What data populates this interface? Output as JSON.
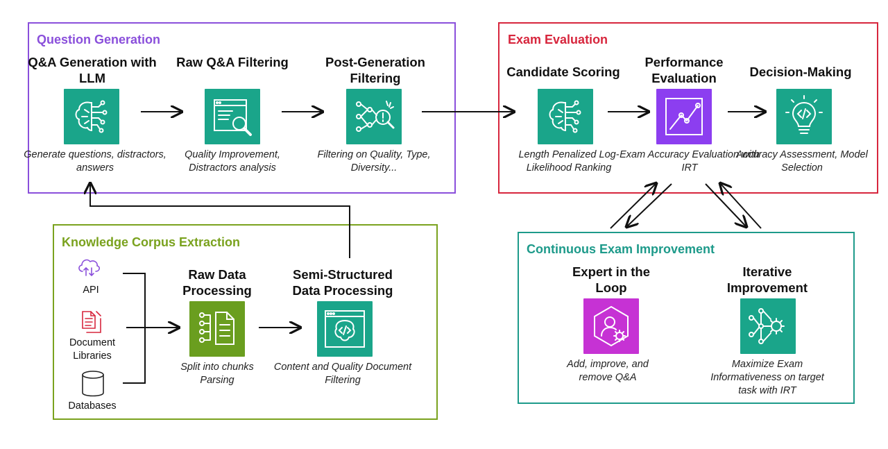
{
  "colors": {
    "purple": "#8a4fdb",
    "red": "#d7263d",
    "olive": "#7aa21e",
    "teal": "#1d9a8a",
    "tile_teal": "#1aa58a",
    "tile_green": "#6a9e1f",
    "tile_purple": "#8c3ef0",
    "tile_magenta": "#c632d4"
  },
  "question_generation": {
    "title": "Question Generation",
    "steps": [
      {
        "title": "Q&A Generation with LLM",
        "icon": "brain-circuit-icon",
        "desc": "Generate questions, distractors, answers"
      },
      {
        "title": "Raw Q&A Filtering",
        "icon": "window-search-icon",
        "desc": "Quality Improvement, Distractors analysis"
      },
      {
        "title": "Post-Generation Filtering",
        "icon": "network-filter-icon",
        "desc": "Filtering on Quality, Type, Diversity..."
      }
    ]
  },
  "exam_evaluation": {
    "title": "Exam Evaluation",
    "steps": [
      {
        "title": "Candidate Scoring",
        "icon": "brain-circuit-icon",
        "desc": "Length Penalized Log-Likelihood Ranking"
      },
      {
        "title": "Performance Evaluation",
        "icon": "trend-chart-icon",
        "desc": "Exam Accuracy Evaluation with IRT"
      },
      {
        "title": "Decision-Making",
        "icon": "lightbulb-code-icon",
        "desc": "Accuracy Assessment, Model Selection"
      }
    ]
  },
  "knowledge_corpus": {
    "title": "Knowledge Corpus Extraction",
    "sources": [
      {
        "label": "API",
        "icon": "cloud-sync-icon"
      },
      {
        "label": "Document Libraries",
        "icon": "documents-icon"
      },
      {
        "label": "Databases",
        "icon": "database-icon"
      }
    ],
    "steps": [
      {
        "title": "Raw Data Processing",
        "icon": "document-chunks-icon",
        "desc": "Split into chunks Parsing"
      },
      {
        "title": "Semi-Structured Data Processing",
        "icon": "window-brain-code-icon",
        "desc": "Content and Quality Document Filtering"
      }
    ]
  },
  "continuous_improvement": {
    "title": "Continuous Exam Improvement",
    "steps": [
      {
        "title": "Expert in the Loop",
        "icon": "user-gear-icon",
        "desc": "Add, improve, and remove Q&A"
      },
      {
        "title": "Iterative Improvement",
        "icon": "network-gear-icon",
        "desc": "Maximize Exam Informativeness on target task with IRT"
      }
    ]
  }
}
